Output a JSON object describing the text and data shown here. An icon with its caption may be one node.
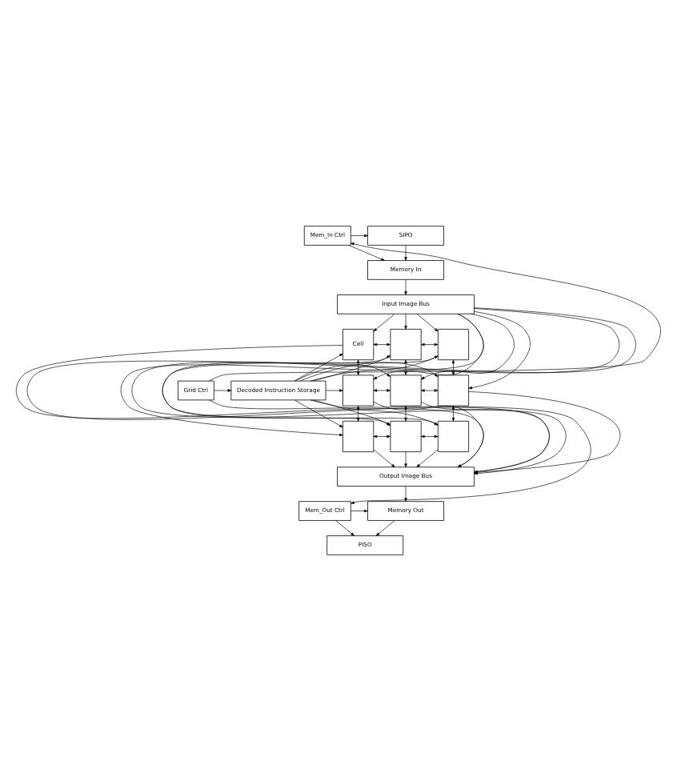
{
  "diagram": {
    "nodes": [
      {
        "text": [
          "Mem_In Ctrl"
        ]
      },
      {
        "text": [
          "SIPO"
        ]
      },
      {
        "text": [
          "Memory In"
        ]
      },
      {
        "text": [
          "Input Image Bus"
        ]
      },
      {
        "text": [
          "Grid Ctrl"
        ]
      },
      {
        "text": [
          "Decoded Instruction Storage"
        ]
      },
      {
        "text": [
          "Cell"
        ]
      },
      {
        "text": [],
        "shape": "box"
      },
      {
        "text": [],
        "shape": "box"
      },
      {
        "text": [],
        "shape": "box"
      },
      {
        "text": [],
        "shape": "box"
      },
      {
        "text": [],
        "shape": "box"
      },
      {
        "text": [],
        "shape": "box"
      },
      {
        "text": [],
        "shape": "box"
      },
      {
        "text": [],
        "shape": "box"
      },
      {
        "text": [
          "Output Image Bus"
        ]
      },
      {
        "text": [
          "Mem_Out Ctrl"
        ]
      },
      {
        "text": [
          "Memory Out"
        ]
      },
      {
        "text": [
          "PISO"
        ]
      }
    ],
    "edges": [
      {
        "from": 4,
        "to": 0,
        "arrow": "to"
      },
      {
        "from": 0,
        "to": 1,
        "arrow": "to"
      },
      {
        "from": 0,
        "to": 2,
        "arrow": "to"
      },
      {
        "from": 1,
        "to": 2,
        "arrow": "to"
      },
      {
        "from": 2,
        "to": 3,
        "arrow": "to"
      },
      {
        "from": 4,
        "to": 5,
        "arrow": "to"
      },
      {
        "from": 4,
        "to": 16,
        "arrow": "to"
      },
      {
        "from": 3,
        "to": 6,
        "arrow": "to"
      },
      {
        "from": 3,
        "to": 7,
        "arrow": "to"
      },
      {
        "from": 3,
        "to": 8,
        "arrow": "to"
      },
      {
        "from": 3,
        "to": 9,
        "arrow": "to"
      },
      {
        "from": 3,
        "to": 10,
        "arrow": "to"
      },
      {
        "from": 3,
        "to": 11,
        "arrow": "to"
      },
      {
        "from": 3,
        "to": 12,
        "arrow": "to"
      },
      {
        "from": 3,
        "to": 13,
        "arrow": "to"
      },
      {
        "from": 3,
        "to": 14,
        "arrow": "to"
      },
      {
        "from": 5,
        "to": 6,
        "arrow": "to"
      },
      {
        "from": 5,
        "to": 7,
        "arrow": "to"
      },
      {
        "from": 5,
        "to": 8,
        "arrow": "to"
      },
      {
        "from": 5,
        "to": 9,
        "arrow": "to"
      },
      {
        "from": 5,
        "to": 10,
        "arrow": "to"
      },
      {
        "from": 5,
        "to": 11,
        "arrow": "to"
      },
      {
        "from": 5,
        "to": 12,
        "arrow": "to"
      },
      {
        "from": 5,
        "to": 13,
        "arrow": "to"
      },
      {
        "from": 5,
        "to": 14,
        "arrow": "to"
      },
      {
        "from": 6,
        "to": 7,
        "arrow": "both"
      },
      {
        "from": 7,
        "to": 8,
        "arrow": "both"
      },
      {
        "from": 9,
        "to": 10,
        "arrow": "both"
      },
      {
        "from": 10,
        "to": 11,
        "arrow": "both"
      },
      {
        "from": 12,
        "to": 13,
        "arrow": "both"
      },
      {
        "from": 13,
        "to": 14,
        "arrow": "both"
      },
      {
        "from": 6,
        "to": 9,
        "arrow": "both"
      },
      {
        "from": 9,
        "to": 12,
        "arrow": "both"
      },
      {
        "from": 7,
        "to": 10,
        "arrow": "both"
      },
      {
        "from": 10,
        "to": 13,
        "arrow": "both"
      },
      {
        "from": 8,
        "to": 11,
        "arrow": "both"
      },
      {
        "from": 11,
        "to": 14,
        "arrow": "both"
      },
      {
        "from": 6,
        "to": 15,
        "arrow": "to"
      },
      {
        "from": 7,
        "to": 15,
        "arrow": "to"
      },
      {
        "from": 8,
        "to": 15,
        "arrow": "to"
      },
      {
        "from": 9,
        "to": 15,
        "arrow": "to"
      },
      {
        "from": 10,
        "to": 15,
        "arrow": "to"
      },
      {
        "from": 11,
        "to": 15,
        "arrow": "to"
      },
      {
        "from": 12,
        "to": 15,
        "arrow": "to"
      },
      {
        "from": 13,
        "to": 15,
        "arrow": "to"
      },
      {
        "from": 14,
        "to": 15,
        "arrow": "to"
      },
      {
        "from": 15,
        "to": 17,
        "arrow": "to"
      },
      {
        "from": 16,
        "to": 17,
        "arrow": "to"
      },
      {
        "from": 16,
        "to": 18,
        "arrow": "to"
      },
      {
        "from": 17,
        "to": 18,
        "arrow": "to"
      }
    ]
  }
}
